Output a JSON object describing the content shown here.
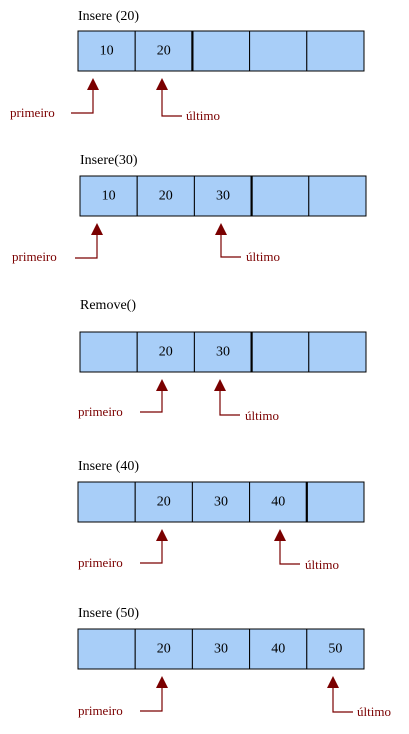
{
  "colors": {
    "cell_fill": "#a8cef8",
    "pointer": "#7a0000",
    "border": "#000000"
  },
  "pointer_labels": {
    "first": "primeiro",
    "last": "último"
  },
  "steps": [
    {
      "title": "Insere (20)",
      "cells": [
        "10",
        "20",
        "",
        "",
        ""
      ],
      "first_index": 0,
      "last_index": 1
    },
    {
      "title": "Insere(30)",
      "cells": [
        "10",
        "20",
        "30",
        "",
        ""
      ],
      "first_index": 0,
      "last_index": 2
    },
    {
      "title": "Remove()",
      "cells": [
        "",
        "20",
        "30",
        "",
        ""
      ],
      "first_index": 1,
      "last_index": 2
    },
    {
      "title": "Insere (40)",
      "cells": [
        "",
        "20",
        "30",
        "40",
        ""
      ],
      "first_index": 1,
      "last_index": 3
    },
    {
      "title": "Insere (50)",
      "cells": [
        "",
        "20",
        "30",
        "40",
        "50"
      ],
      "first_index": 1,
      "last_index": 4
    }
  ]
}
